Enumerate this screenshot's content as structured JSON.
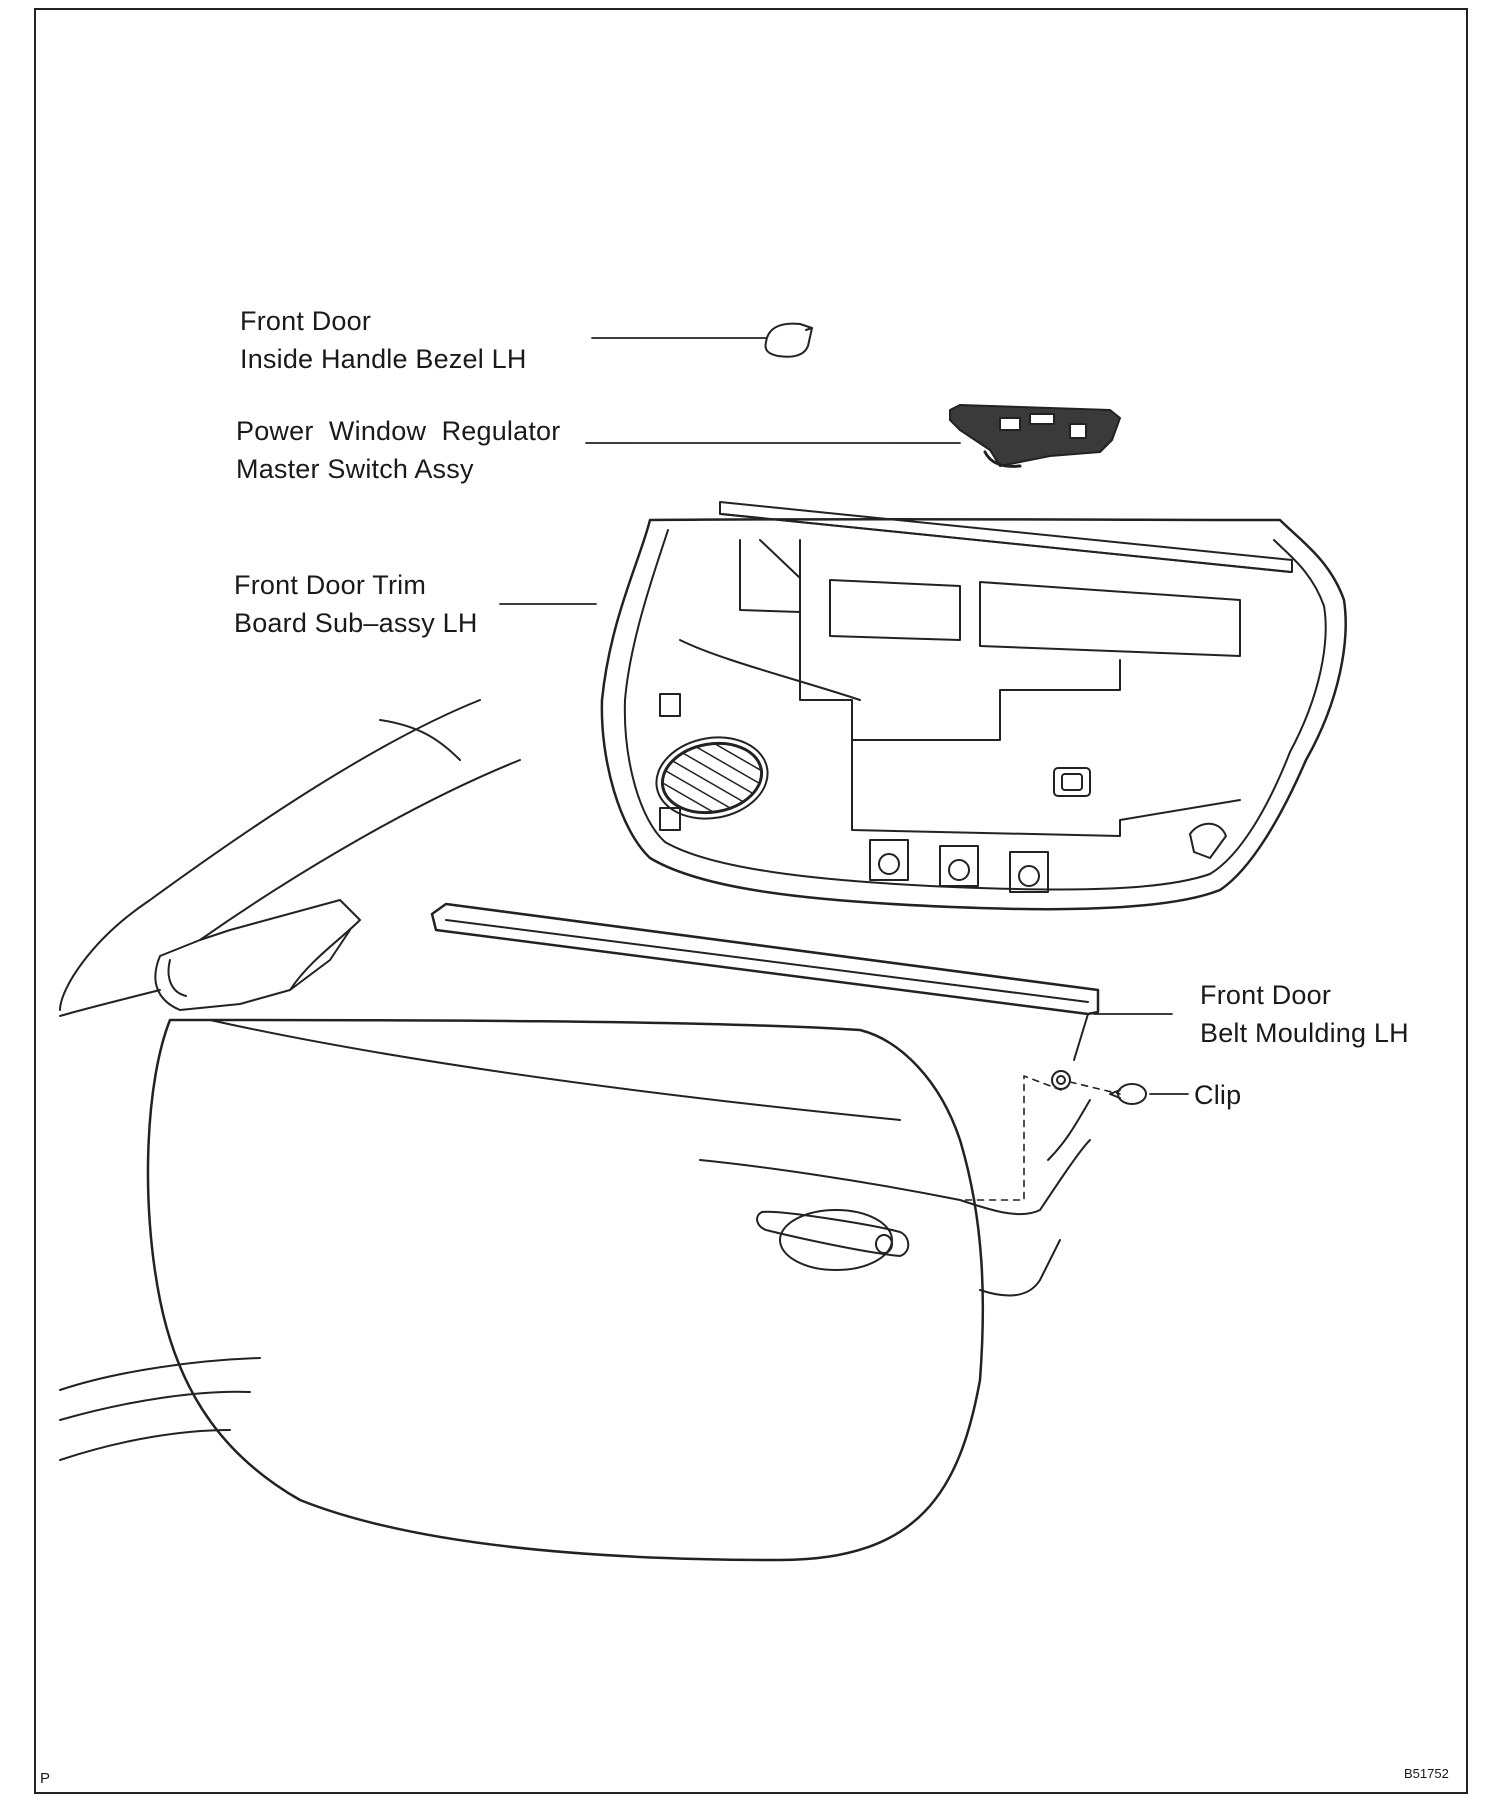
{
  "figure": {
    "callouts": {
      "bezel": [
        "Front Door",
        "Inside Handle Bezel LH"
      ],
      "switch": [
        "Power  Window  Regulator",
        "Master Switch Assy"
      ],
      "trim": [
        "Front Door Trim",
        "Board Sub–assy LH"
      ],
      "moulding": [
        "Front Door",
        "Belt Moulding LH"
      ],
      "clip": "Clip"
    },
    "corner_mark": "P",
    "figure_code": "B51752"
  }
}
